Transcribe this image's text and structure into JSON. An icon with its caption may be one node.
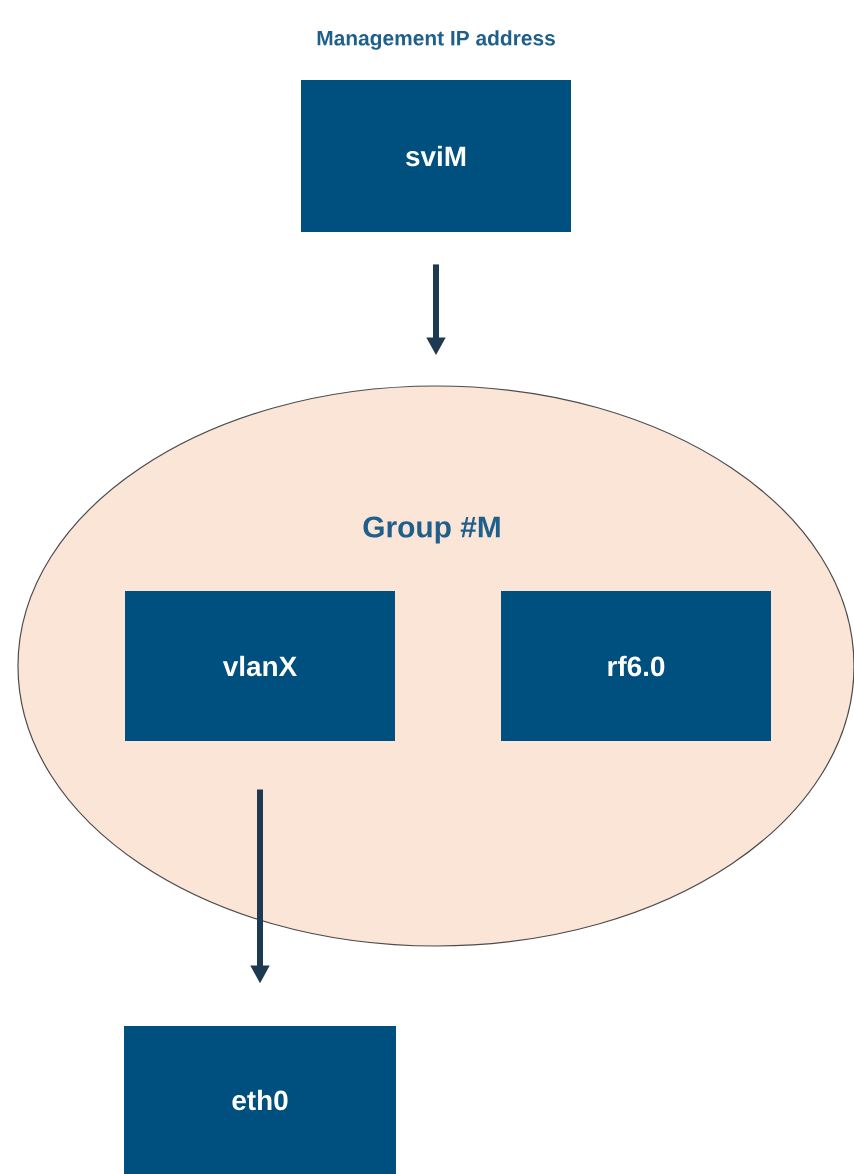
{
  "diagram": {
    "nodes": [
      {
        "text": [
          "Management IP address",
          "sviM"
        ]
      },
      {
        "text": [
          "Group #M"
        ]
      },
      {
        "text": [
          "vlanX"
        ],
        "in": 1
      },
      {
        "text": [
          "rf6.0"
        ],
        "in": 1
      },
      {
        "text": [
          "eth0"
        ]
      }
    ],
    "edges": [
      {
        "from": 0,
        "to": 1,
        "arrow": "to"
      },
      {
        "from": 2,
        "to": 4,
        "arrow": "to"
      }
    ]
  }
}
